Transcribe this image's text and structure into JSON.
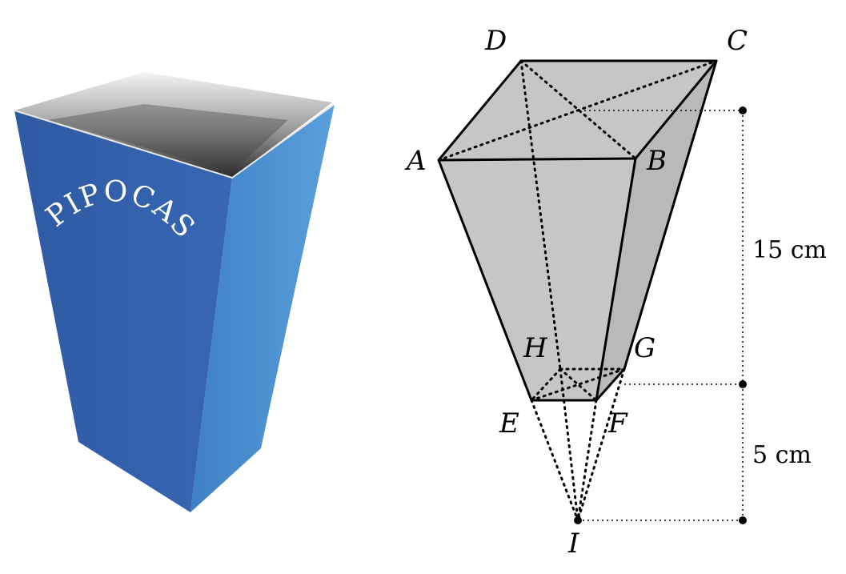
{
  "illustration": {
    "cup_text": "PIPOCAS",
    "colors": {
      "cup_front": "#3461ad",
      "cup_side": "#4b8fcf",
      "cup_inner_light": "#f2f2f2",
      "cup_inner_dark": "#404040"
    }
  },
  "diagram": {
    "vertices": {
      "A": "A",
      "B": "B",
      "C": "C",
      "D": "D",
      "E": "E",
      "F": "F",
      "G": "G",
      "H": "H",
      "I": "I"
    },
    "dimensions": {
      "upper": "15 cm",
      "lower": "5 cm"
    },
    "colors": {
      "face_fill": "#c6c6c6",
      "edge": "#000000"
    }
  }
}
